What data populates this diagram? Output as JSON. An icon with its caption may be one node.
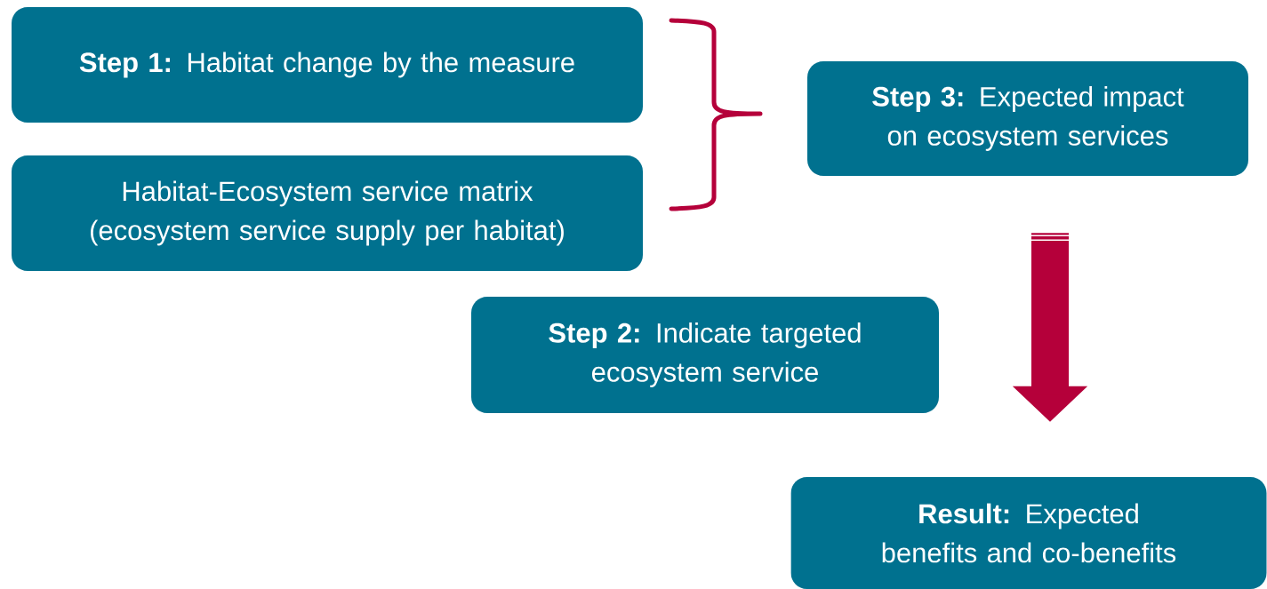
{
  "diagram": {
    "nodes": [
      {
        "text": [
          "**Step 1:** Habitat change by the measure"
        ]
      },
      {
        "text": [
          "Habitat-Ecosystem service matrix (ecosystem service supply per habitat)"
        ]
      },
      {
        "text": [
          "**Step 3:** Expected impact on ecosystem services"
        ]
      },
      {
        "text": [
          "**Step 2:** Indicate targeted ecosystem service"
        ]
      },
      {
        "text": [
          "**Result:** Expected benefits and co-benefits"
        ]
      }
    ],
    "edges": [
      {
        "from": 2,
        "to": 4,
        "arrow": "to"
      }
    ]
  }
}
